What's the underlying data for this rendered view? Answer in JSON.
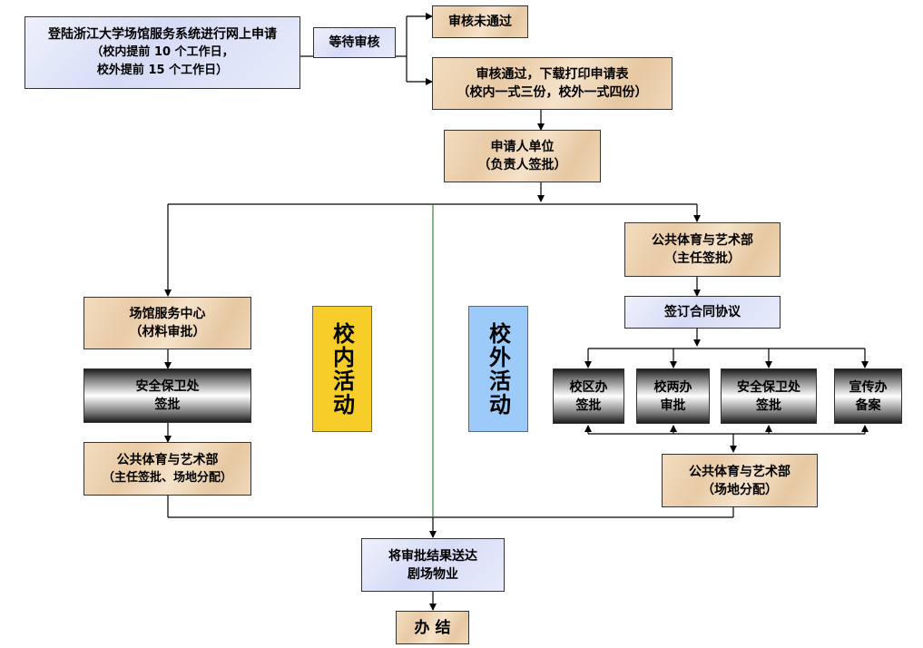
{
  "nodes": {
    "online_apply": {
      "line1": "登陆浙江大学场馆服务系统进行网上申请",
      "line2": "（校内提前 10 个工作日，",
      "line3": "校外提前 15 个工作日）"
    },
    "wait_review": {
      "line1": "等待审核"
    },
    "review_rejected": {
      "line1": "审核未通过"
    },
    "review_passed": {
      "line1": "审核通过，下载打印申请表",
      "line2": "（校内一式三份，校外一式四份）"
    },
    "applicant_unit": {
      "line1": "申请人单位",
      "line2": "（负责人签批）"
    },
    "pe_arts_dept_director": {
      "line1": "公共体育与艺术部",
      "line2": "（主任签批）"
    },
    "sign_contract": {
      "line1": "签订合同协议"
    },
    "venue_center": {
      "line1": "场馆服务中心",
      "line2": "（材料审批）"
    },
    "security_in": {
      "line1": "安全保卫处",
      "line2": "签批"
    },
    "pe_arts_dept_in": {
      "line1": "公共体育与艺术部",
      "line2": "（主任签批、场地分配）"
    },
    "campus_office": {
      "line1": "校区办",
      "line2": "签批"
    },
    "two_office": {
      "line1": "校两办",
      "line2": "审批"
    },
    "security_out": {
      "line1": "安全保卫处",
      "line2": "签批"
    },
    "publicity_office": {
      "line1": "宣传办",
      "line2": "备案"
    },
    "pe_arts_dept_out": {
      "line1": "公共体育与艺术部",
      "line2": "（场地分配）"
    },
    "send_results": {
      "line1": "将审批结果送达",
      "line2": "剧场物业"
    },
    "done": {
      "line1": "办 结"
    }
  },
  "labels": {
    "on_campus": "校内活动",
    "off_campus": "校外活动"
  },
  "colors": {
    "blue_box": "#d6dcf6",
    "tan_box": "#e9cba6",
    "on_campus_label": "#f7cd2a",
    "off_campus_label": "#9ccbf9",
    "divider": "#2e8b2e"
  }
}
